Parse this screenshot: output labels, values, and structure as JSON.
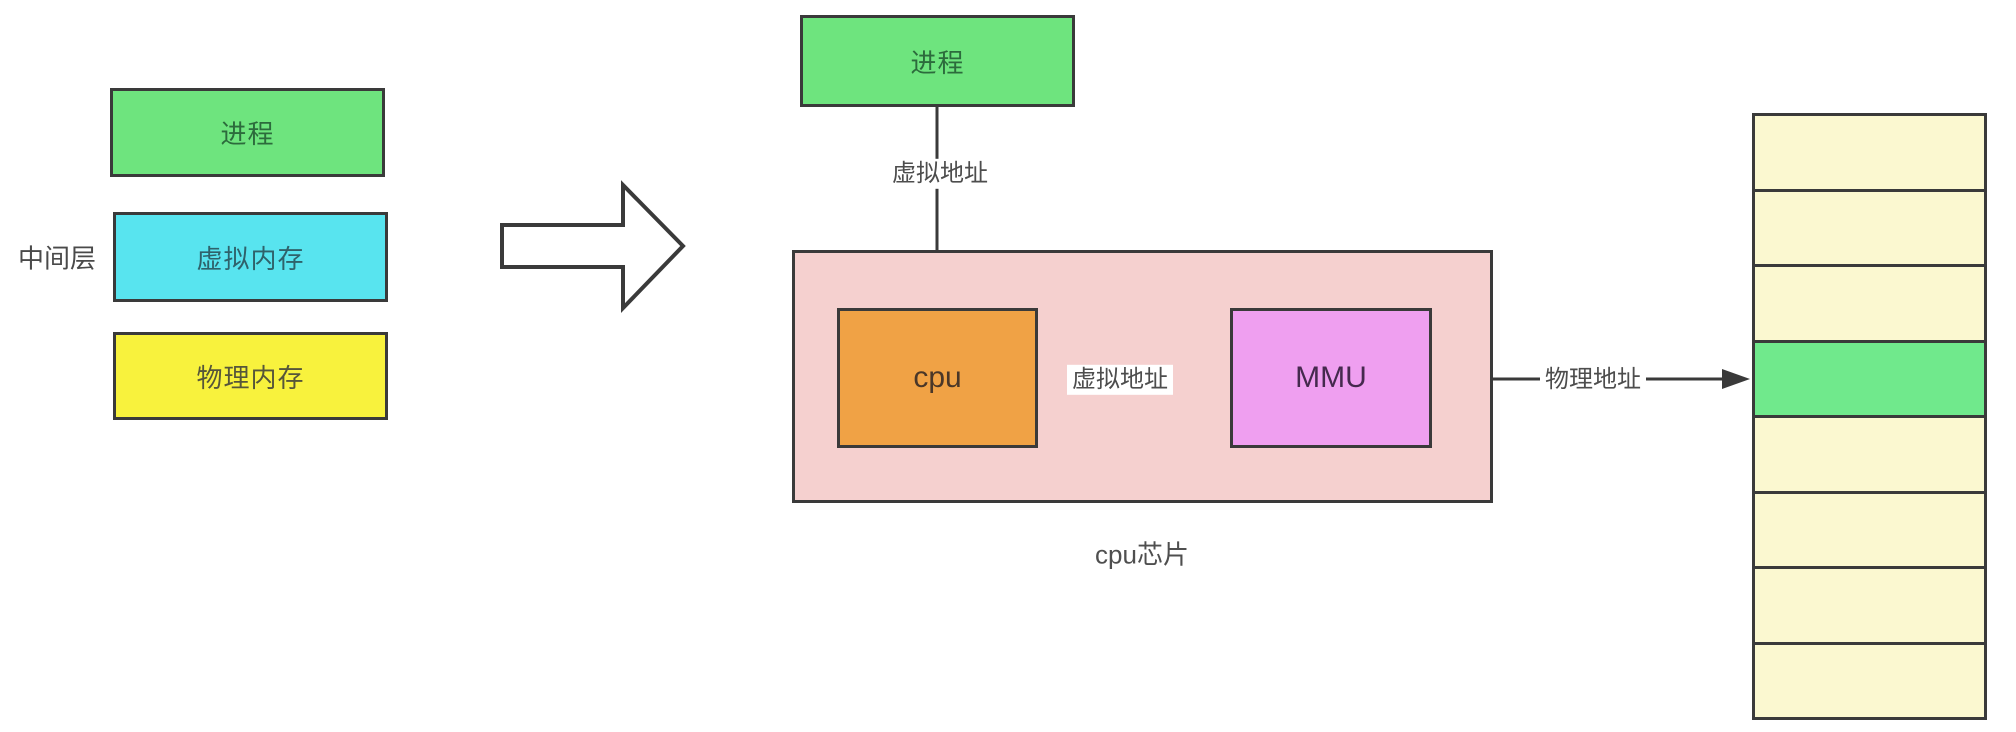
{
  "colors": {
    "border": "#3a3a3a",
    "line": "#3a3a3a",
    "green": "#6ee47e",
    "cyan": "#58e4ef",
    "yellow": "#f8f23d",
    "orange": "#f0a245",
    "magenta": "#ef9ff0",
    "pink": "#f5d0cf",
    "memory_yellow": "#fbf8d0",
    "memory_green": "#70e98c"
  },
  "legend": {
    "side_label": "中间层",
    "boxes": [
      {
        "label": "进程"
      },
      {
        "label": "虚拟内存"
      },
      {
        "label": "物理内存"
      }
    ]
  },
  "flow": {
    "process_label": "进程",
    "virtual_address_top": "虚拟地址",
    "cpu_label": "cpu",
    "virtual_address_mid": "虚拟地址",
    "mmu_label": "MMU",
    "physical_address": "物理地址",
    "chip_caption": "cpu芯片"
  },
  "memory": {
    "cell_count": 8,
    "green_index": 3,
    "cells": [
      "yellow",
      "yellow",
      "yellow",
      "green",
      "yellow",
      "yellow",
      "yellow",
      "yellow"
    ]
  }
}
